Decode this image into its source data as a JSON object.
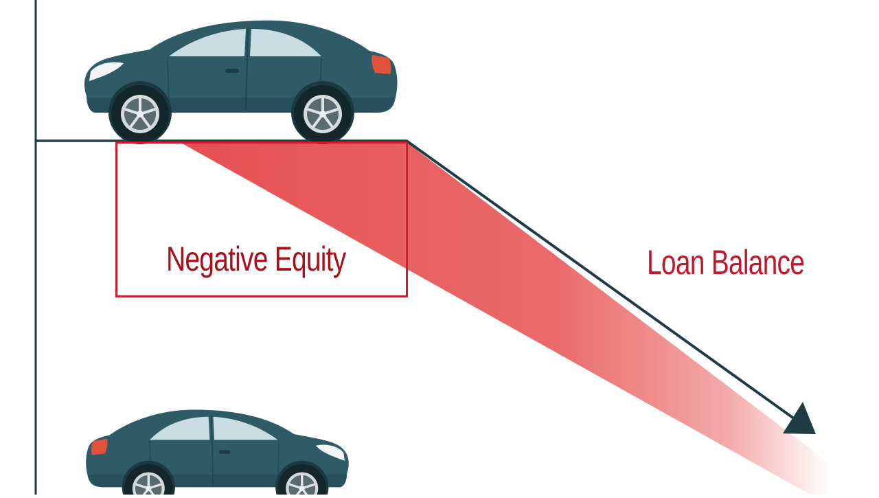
{
  "diagram": {
    "title_labels": {
      "negative_equity": "Negative Equity",
      "loan_balance": "Loan Balance"
    },
    "elements": {
      "top_car": {
        "description": "car-icon",
        "facing": "left",
        "body_color": "#2e5a66"
      },
      "bottom_car": {
        "description": "car-icon",
        "facing": "right",
        "body_color": "#2e5a66"
      },
      "vertical_axis": {
        "color": "#1f3c45"
      },
      "horizontal_baseline": {
        "color": "#1f3c45"
      },
      "loan_balance_arrow": {
        "color": "#1f3c45",
        "direction": "down-right"
      },
      "depreciation_wedge": {
        "color": "#e85a5a",
        "fade_to": "#ffffff"
      },
      "negative_equity_box": {
        "border_color": "#cc2030"
      }
    },
    "colors": {
      "text_red": "#b3141f",
      "car_teal": "#2e5a66",
      "line_dark": "#1f3c45",
      "wedge_red": "#e85a5a"
    }
  }
}
